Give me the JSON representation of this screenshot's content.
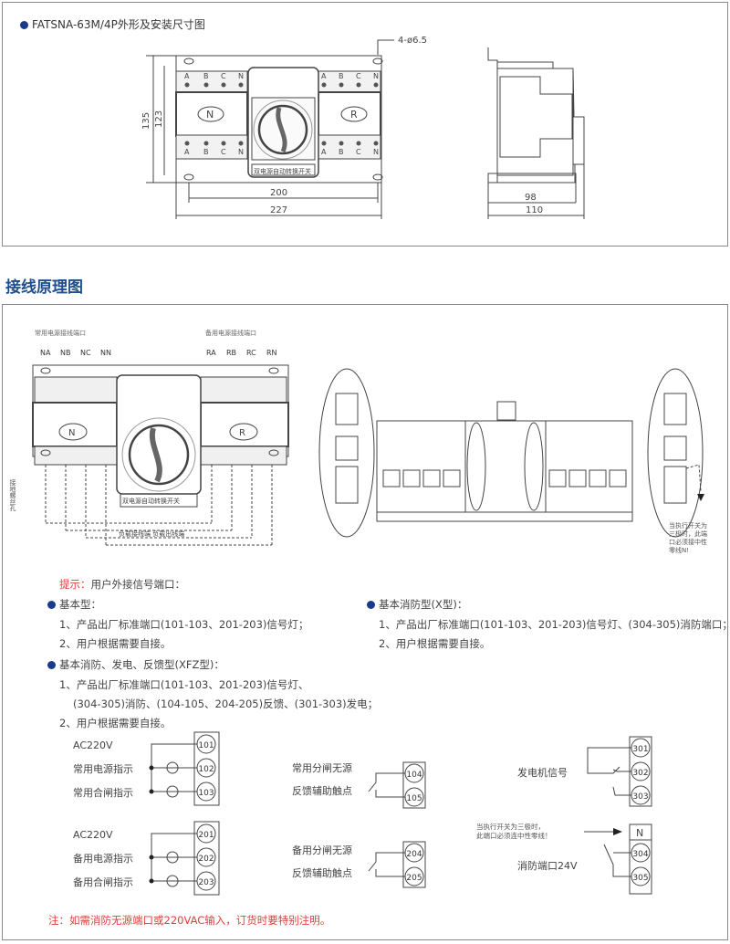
{
  "dimension_section": {
    "title": "FATSNA-63M/4P外形及安装尺寸图",
    "hole_label": "4-ø6.5",
    "front_dims": {
      "height_outer": "135",
      "height_inner": "123",
      "width_inner": "200",
      "width_outer": "227"
    },
    "side_dims": {
      "depth_inner": "98",
      "depth_outer": "110"
    },
    "pole_labels_top": [
      "A",
      "B",
      "C",
      "N"
    ],
    "pole_labels_bottom": [
      "A",
      "B",
      "C",
      "N"
    ],
    "left_unit_label": "N",
    "right_unit_label": "R",
    "switch_label": "双电源自动转换开关"
  },
  "wiring_section": {
    "title": "接线原理图",
    "normal_port_label": "常用电源接线端口",
    "backup_port_label": "备用电源接线端口",
    "normal_terminals": [
      "NA",
      "NB",
      "NC",
      "NN"
    ],
    "backup_terminals": [
      "RA",
      "RB",
      "RC",
      "RN"
    ],
    "ground_label": "接地螺丝孔",
    "load_label": "负载接线端 负载出线端",
    "side_note": [
      "当执行开关为",
      "三极时，此端",
      "口必须接中性",
      "零线N!"
    ]
  },
  "notes": {
    "hint_prefix": "提示：",
    "hint_text": "用户外接信号端口：",
    "basic": {
      "title": "基本型：",
      "items": [
        "1、产品出厂标准端口(101-103、201-203)信号灯；",
        "2、用户根据需要自接。"
      ]
    },
    "fire": {
      "title": "基本消防型(X型)：",
      "items": [
        "1、产品出厂标准端口(101-103、201-203)信号灯、(304-305)消防端口；",
        "2、用户根据需要自接。"
      ]
    },
    "xfz": {
      "title": "基本消防、发电、反馈型(XFZ型)：",
      "items": [
        "1、产品出厂标准端口(101-103、201-203)信号灯、",
        "(304-305)消防、(104-105、204-205)反馈、(301-303)发电；",
        "2、用户根据需要自接。"
      ]
    }
  },
  "terminals": {
    "group1": {
      "supply": "AC220V",
      "rows": [
        "常用电源指示",
        "常用合闸指示"
      ],
      "numbers": [
        "101",
        "102",
        "103"
      ]
    },
    "group2": {
      "supply": "AC220V",
      "rows": [
        "备用电源指示",
        "备用合闸指示"
      ],
      "numbers": [
        "201",
        "202",
        "203"
      ]
    },
    "group3": {
      "rows": [
        "常用分闸无源",
        "反馈辅助触点"
      ],
      "numbers": [
        "104",
        "105"
      ]
    },
    "group4": {
      "rows": [
        "备用分闸无源",
        "反馈辅助触点"
      ],
      "numbers": [
        "204",
        "205"
      ]
    },
    "group5": {
      "label": "发电机信号",
      "numbers": [
        "301",
        "302",
        "303"
      ]
    },
    "group6": {
      "note_line1": "当执行开关为三极时，",
      "note_line2": "此端口必须连中性零线！",
      "n_label": "N",
      "label": "消防端口24V",
      "numbers": [
        "304",
        "305"
      ]
    }
  },
  "footer_note": "注：如需消防无源端口或220VAC输入，订货时要特别注明。"
}
